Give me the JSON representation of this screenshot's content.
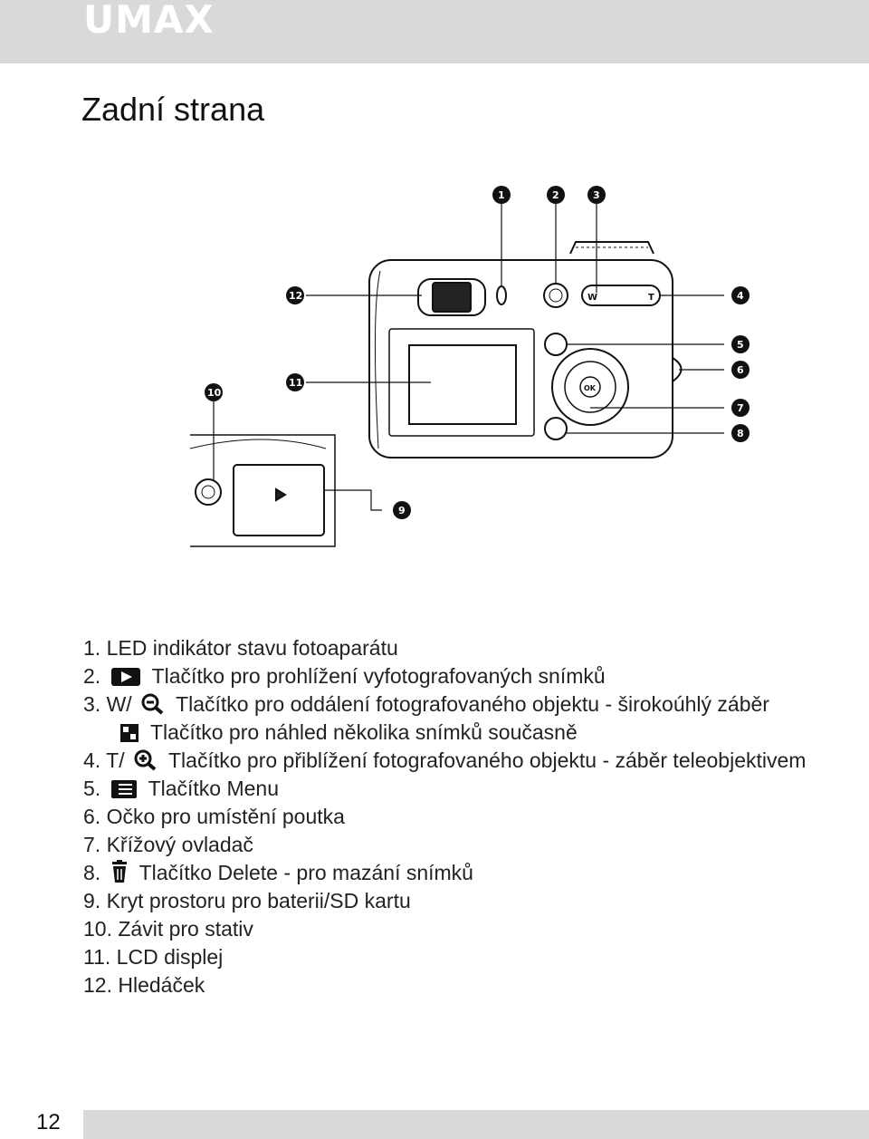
{
  "header": {
    "logo": "UMAX"
  },
  "page": {
    "title": "Zadní strana",
    "number": "12"
  },
  "figure": {
    "callouts": [
      "1",
      "2",
      "3",
      "4",
      "5",
      "6",
      "7",
      "8",
      "9",
      "10",
      "11",
      "12"
    ],
    "camera_labels": {
      "wide": "W",
      "tele": "T",
      "ok": "OK"
    }
  },
  "items": [
    {
      "num": "1.",
      "text": "LED indikátor stavu fotoaparátu"
    },
    {
      "num": "2.",
      "icon": "playback-icon",
      "text": "Tlačítko pro prohlížení vyfotografovaných snímků"
    },
    {
      "num": "3.",
      "prefix": "W/",
      "icon": "zoom-out-icon",
      "text": "Tlačítko pro oddálení fotografovaného objektu - širokoúhlý záběr"
    },
    {
      "num": "",
      "icon": "thumbnail-icon",
      "text": "Tlačítko pro náhled několika snímků současně"
    },
    {
      "num": "4.",
      "prefix": "T/",
      "icon": "zoom-in-icon",
      "text": "Tlačítko pro přiblížení fotografovaného objektu - záběr teleobjektivem"
    },
    {
      "num": "5.",
      "icon": "menu-icon",
      "text": "Tlačítko Menu"
    },
    {
      "num": "6.",
      "text": "Očko pro umístění poutka"
    },
    {
      "num": "7.",
      "text": "Křížový ovladač"
    },
    {
      "num": "8.",
      "icon": "trash-icon",
      "text": "Tlačítko Delete - pro mazání snímků"
    },
    {
      "num": "9.",
      "text": "Kryt prostoru pro baterii/SD kartu"
    },
    {
      "num": "10.",
      "text": "Závit pro stativ"
    },
    {
      "num": "11.",
      "text": "LCD displej"
    },
    {
      "num": "12.",
      "text": "Hledáček"
    }
  ]
}
